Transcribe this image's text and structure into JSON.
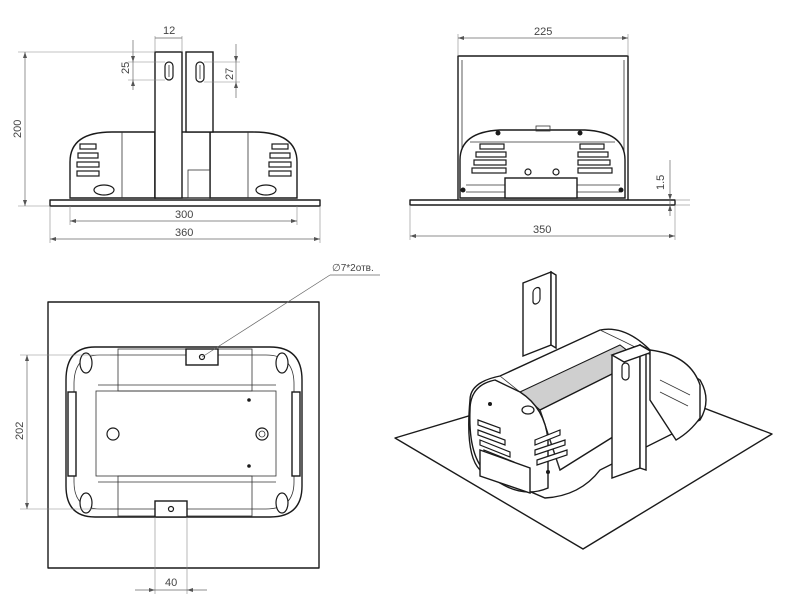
{
  "front_view": {
    "dim_slot_width": "12",
    "dim_slot_height_left": "25",
    "dim_slot_height_right": "27",
    "dim_height": "200",
    "dim_body_width": "300",
    "dim_plate_width": "360"
  },
  "side_view": {
    "dim_bracket_width": "225",
    "dim_plate_thickness": "1.5",
    "dim_plate_width": "350"
  },
  "top_view": {
    "hole_note": "∅7*2отв.",
    "dim_depth": "202",
    "dim_hole_spacing": "40"
  }
}
